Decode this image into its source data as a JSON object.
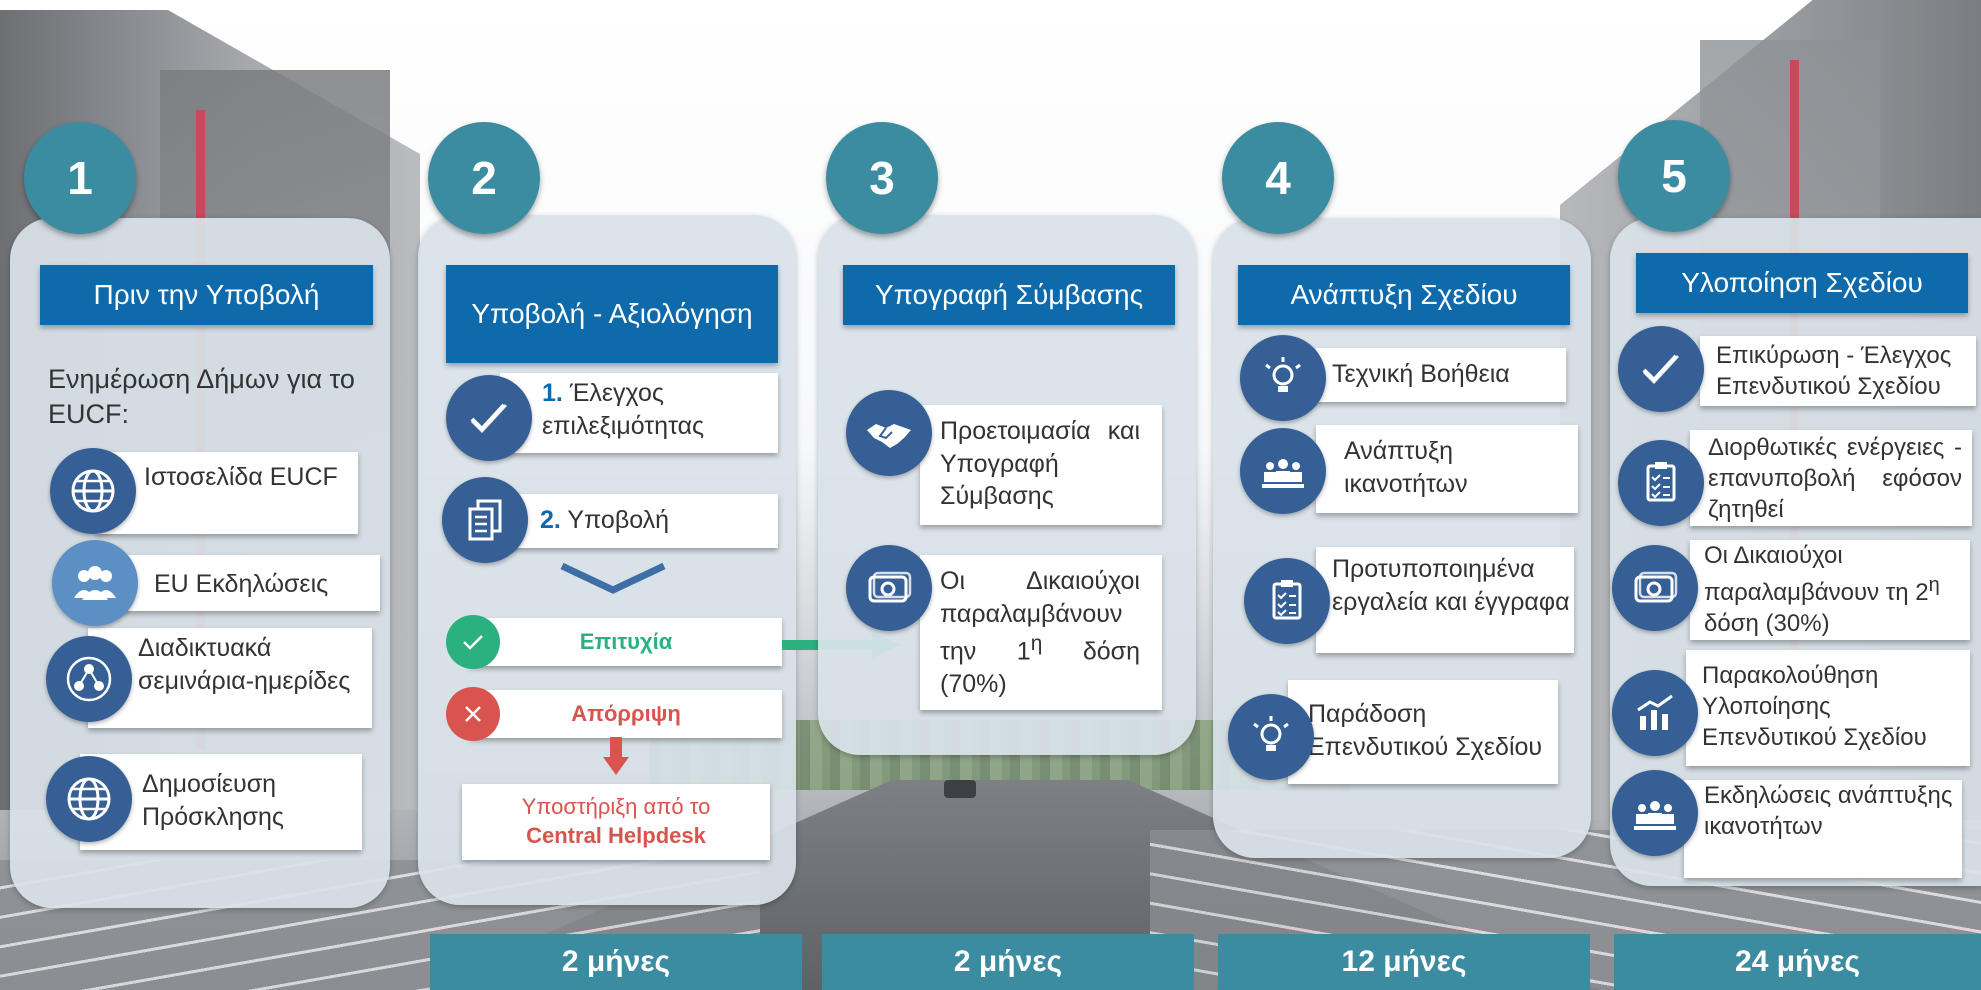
{
  "stages": [
    {
      "number": "1",
      "title": "Πριν την Υποβολή",
      "intro": "Ενημέρωση Δήμων για το EUCF:",
      "items": [
        "Ιστοσελίδα EUCF",
        "EU Εκδηλώσεις",
        "Διαδικτυακά σεμινάρια-ημερίδες",
        "Δημοσίευση Πρόσκλησης"
      ]
    },
    {
      "number": "2",
      "title": "Υποβολή - Αξιολόγηση",
      "steps": [
        {
          "index": "1.",
          "label": "Έλεγχος επιλεξιμότητας"
        },
        {
          "index": "2.",
          "label": "Υποβολή"
        }
      ],
      "success_label": "Επιτυχία",
      "reject_label": "Απόρριψη",
      "support_line1": "Υποστήριξη από το",
      "support_line2": "Central Helpdesk",
      "duration": "2 μήνες"
    },
    {
      "number": "3",
      "title": "Υπογραφή Σύμβασης",
      "items": [
        "Προετοιμασία και Υπογραφή Σύμβασης"
      ],
      "payment": {
        "text_before": "Οι Δικαιούχοι παραλαμβάνουν την 1",
        "sup": "η",
        "text_after": " δόση (70%)"
      },
      "duration": "2 μήνες"
    },
    {
      "number": "4",
      "title": "Ανάπτυξη Σχεδίου",
      "items": [
        "Τεχνική Βοήθεια",
        "Ανάπτυξη ικανοτήτων",
        "Προτυποποιημένα εργαλεία και έγγραφα",
        "Παράδοση Επενδυτικού Σχεδίου"
      ],
      "duration": "12 μήνες"
    },
    {
      "number": "5",
      "title": "Υλοποίηση Σχεδίου",
      "items": [
        "Επικύρωση - Έλεγχος Επενδυτικού Σχεδίου",
        "Διορθωτικές ενέργειες - επανυποβολή εφόσον ζητηθεί",
        "Παρακολούθηση Υλοποίησης Επενδυτικού Σχεδίου",
        "Εκδηλώσεις ανάπτυξης ικανοτήτων"
      ],
      "payment": {
        "text_before": "Οι Δικαιούχοι παραλαμβάνουν τη 2",
        "sup": "η",
        "text_after": " δόση (30%)"
      },
      "duration": "24 μήνες"
    }
  ],
  "colors": {
    "accent": "#3c8ca1",
    "header_blue": "#0e6aaa",
    "icon_blue": "#355f95",
    "success": "#2bb07f",
    "reject": "#d9534f"
  },
  "icons": [
    "globe-icon",
    "people-icon",
    "network-icon",
    "checkmark-icon",
    "documents-icon",
    "handshake-icon",
    "money-icon",
    "lightbulb-icon",
    "team-icon",
    "checklist-icon",
    "chart-icon"
  ]
}
